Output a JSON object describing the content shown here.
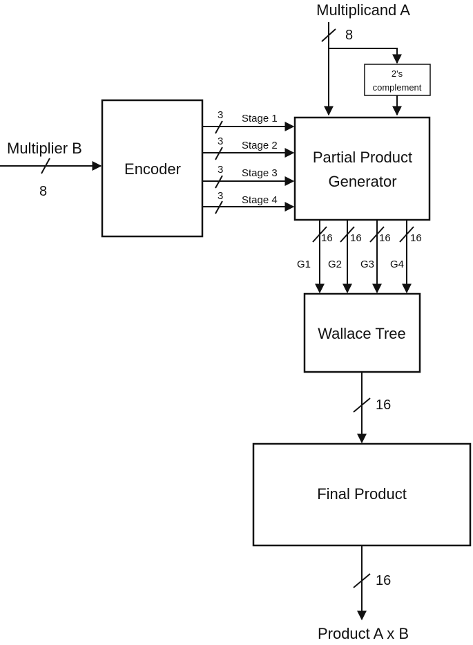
{
  "inputs": {
    "multiplicand_label": "Multiplicand A",
    "multiplicand_width": "8",
    "multiplier_label": "Multiplier B",
    "multiplier_width": "8"
  },
  "blocks": {
    "twos_complement_line1": "2's",
    "twos_complement_line2": "complement",
    "encoder": "Encoder",
    "ppg_line1": "Partial Product",
    "ppg_line2": "Generator",
    "wallace": "Wallace Tree",
    "final": "Final Product"
  },
  "stages": [
    {
      "label": "Stage 1",
      "width": "3"
    },
    {
      "label": "Stage 2",
      "width": "3"
    },
    {
      "label": "Stage 3",
      "width": "3"
    },
    {
      "label": "Stage 4",
      "width": "3"
    }
  ],
  "groups": [
    {
      "label": "G1",
      "width": "16"
    },
    {
      "label": "G2",
      "width": "16"
    },
    {
      "label": "G3",
      "width": "16"
    },
    {
      "label": "G4",
      "width": "16"
    }
  ],
  "wallace_out_width": "16",
  "final_out_width": "16",
  "output_label": "Product A x B"
}
